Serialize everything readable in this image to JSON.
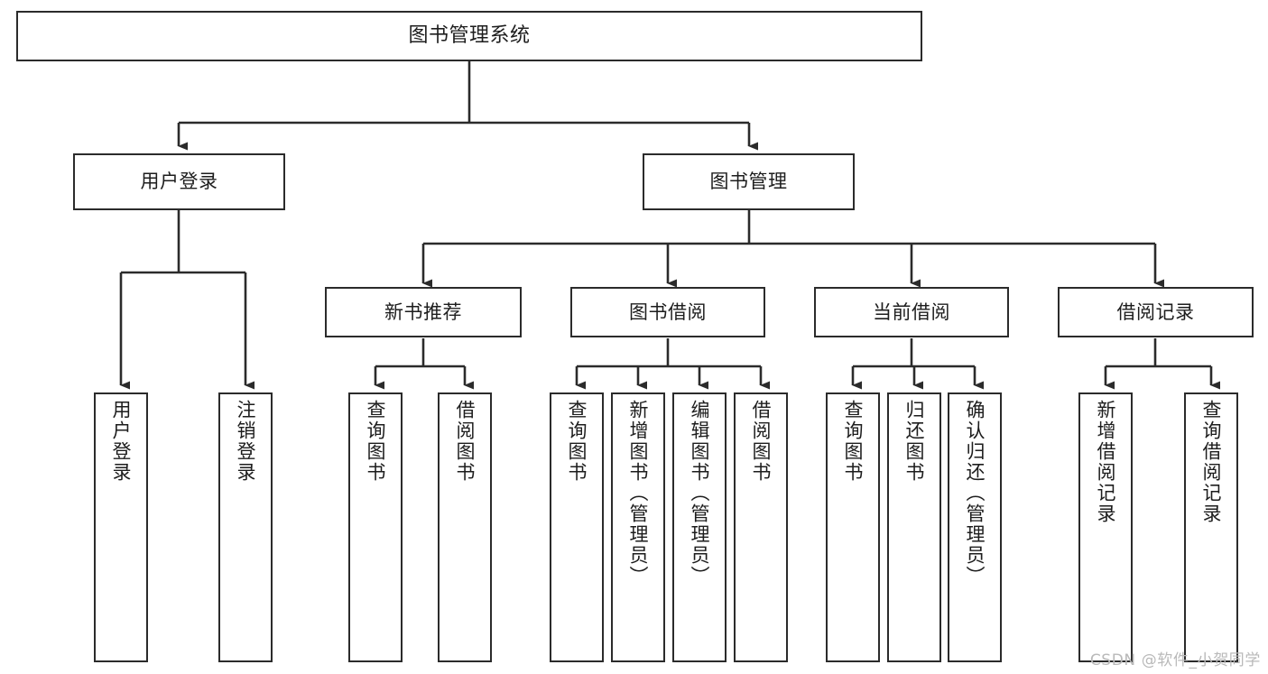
{
  "diagram": {
    "type": "tree-hierarchy",
    "title": "图书管理系统",
    "orientation": "top-down",
    "colors": {
      "box_border": "#2b2b2b",
      "box_fill": "#ffffff",
      "connector": "#2b2b2b",
      "text": "#1d1d1d",
      "background": "#ffffff",
      "watermark": "#b9b9b9"
    },
    "levels": {
      "root": "图书管理系统",
      "level2": [
        "用户登录",
        "图书管理"
      ],
      "level3": [
        "新书推荐",
        "图书借阅",
        "当前借阅",
        "借阅记录"
      ]
    }
  },
  "nodes": {
    "root": {
      "label": "图书管理系统"
    },
    "user_login": {
      "label": "用户登录"
    },
    "book_manage": {
      "label": "图书管理"
    },
    "new_book_rec": {
      "label": "新书推荐"
    },
    "book_borrow": {
      "label": "图书借阅"
    },
    "current_borrow": {
      "label": "当前借阅"
    },
    "borrow_record": {
      "label": "借阅记录"
    },
    "leaf_user_login": {
      "label": "用户登录"
    },
    "leaf_logout": {
      "label": "注销登录"
    },
    "leaf_query_book_a": {
      "label": "查询图书"
    },
    "leaf_borrow_book_a": {
      "label": "借阅图书"
    },
    "leaf_query_book_b": {
      "label": "查询图书"
    },
    "leaf_add_book_admin": {
      "label": "新增图书（管理员）"
    },
    "leaf_edit_book_admin": {
      "label": "编辑图书（管理员）"
    },
    "leaf_borrow_book_b": {
      "label": "借阅图书"
    },
    "leaf_query_book_c": {
      "label": "查询图书"
    },
    "leaf_return_book": {
      "label": "归还图书"
    },
    "leaf_confirm_return_admin": {
      "label": "确认归还（管理员）"
    },
    "leaf_add_record": {
      "label": "新增借阅记录"
    },
    "leaf_query_record": {
      "label": "查询借阅记录"
    }
  },
  "watermark": {
    "text": "CSDN @软件_小贺同学"
  }
}
